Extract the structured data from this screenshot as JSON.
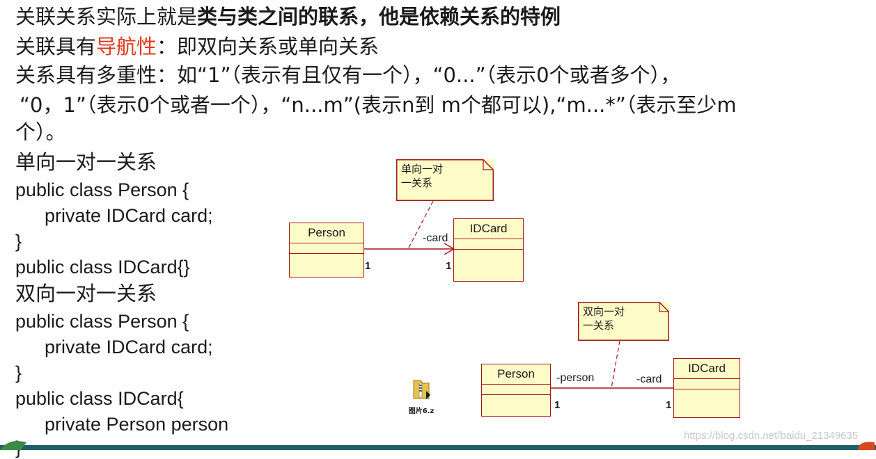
{
  "text": {
    "line1_a": "关联关系实际上就是",
    "line1_b": "类与类之间的联系，他是依赖关系的特例",
    "line2_a": "关联具有",
    "line2_b": "导航性",
    "line2_c": "：即双向关系或单向关系",
    "line3": "关系具有多重性：如“1”（表示有且仅有一个），“0...”（表示0个或者多个），",
    "line4": "“0，1”（表示0个或者一个），“n...m”(表示n到 m个都可以),“m...*”（表示至少m",
    "line5": "个）。"
  },
  "unidirectional": {
    "heading": "单向一对一关系",
    "code": [
      "public class Person {",
      "private IDCard card;",
      "}",
      "public class IDCard{}"
    ]
  },
  "bidirectional": {
    "heading": "双向一对一关系",
    "code": [
      "public class Person {",
      "private IDCard card;",
      "}",
      "public class IDCard{",
      "private Person person",
      "}"
    ]
  },
  "diagram1": {
    "class_a": "Person",
    "class_b": "IDCard",
    "role": "-card",
    "mult_a": "1",
    "mult_b": "1",
    "note": "单向一对\n一关系"
  },
  "diagram2": {
    "class_a": "Person",
    "class_b": "IDCard",
    "role_a": "-person",
    "role_b": "-card",
    "mult_a": "1",
    "mult_b": "1",
    "note": "双向一对\n一关系"
  },
  "file_icon": {
    "caption": "图片6.z",
    "icon": "folder-zip-icon"
  },
  "watermark": "https://blog.csdn.net/baidu_21349635",
  "colors": {
    "highlight": "#e23a1e",
    "uml_fill": "#fdfcc8",
    "uml_border": "#a01818",
    "bar": "#1f5f6b"
  }
}
